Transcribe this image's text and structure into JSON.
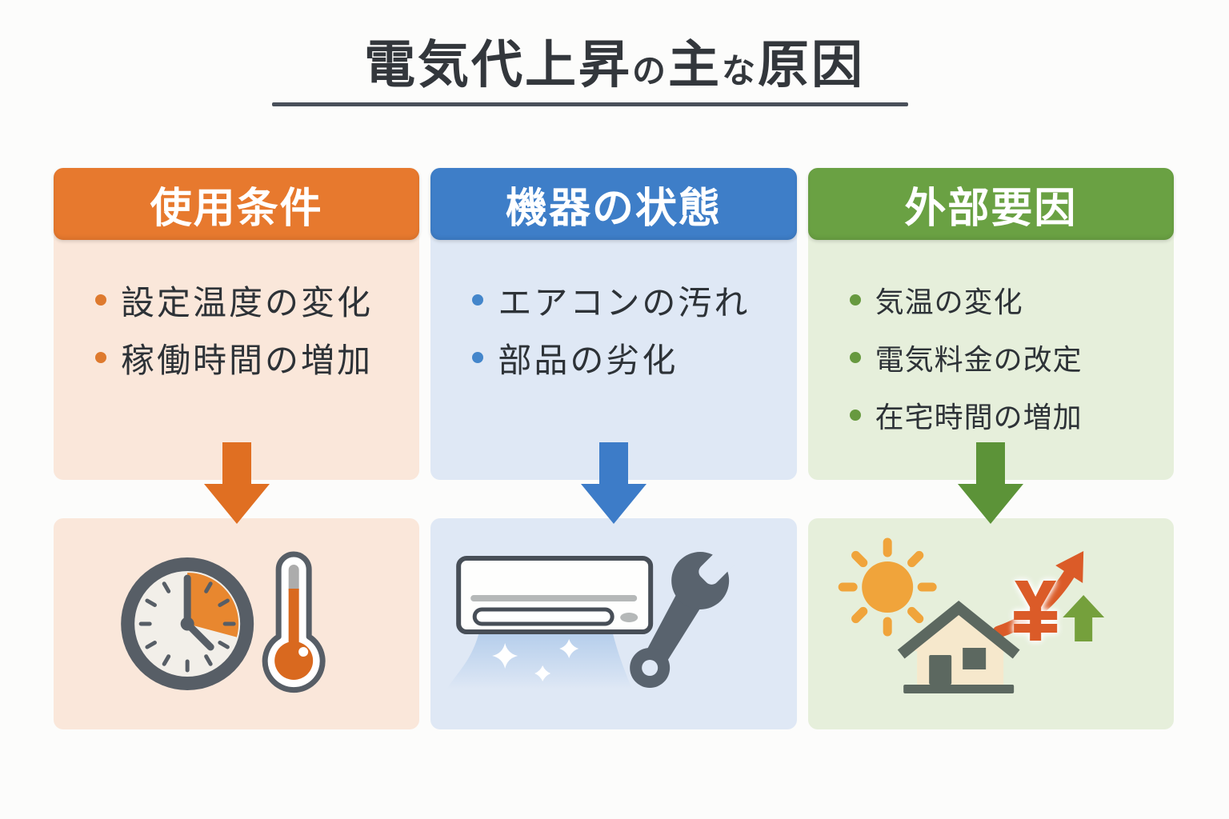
{
  "title": {
    "full": "電気代上昇の主な原因",
    "segments": [
      {
        "text": "電気代上昇"
      },
      {
        "text": "の"
      },
      {
        "text": "主"
      },
      {
        "text": "な"
      },
      {
        "text": "原因"
      }
    ]
  },
  "columns": [
    {
      "header": "使用条件",
      "items": [
        "設定温度の変化",
        "稼働時間の増加"
      ],
      "icons": [
        "down-arrow-icon",
        "clock-icon",
        "thermometer-icon"
      ]
    },
    {
      "header": "機器の状態",
      "items": [
        "エアコンの汚れ",
        "部品の劣化"
      ],
      "icons": [
        "down-arrow-icon",
        "ac-unit-icon",
        "airflow-icon",
        "sparkle-icon",
        "wrench-icon"
      ]
    },
    {
      "header": "外部要因",
      "items": [
        "気温の変化",
        "電気料金の改定",
        "在宅時間の増加"
      ],
      "icons": [
        "down-arrow-icon",
        "sun-icon",
        "house-icon",
        "yen-icon",
        "rising-arrow-icon",
        "up-arrow-icon"
      ]
    }
  ],
  "colors": {
    "bg": "#FCFCFB",
    "title-text": "#33373C",
    "underline": "#49505A",
    "body-text": "#2D3237",
    "c1-header": "#E7792E",
    "c1-body": "#FAE7DA",
    "c1-accent": "#E06F22",
    "c1-dot": "#DE7A2E",
    "c2-header": "#3E7EC8",
    "c2-body": "#DFE8F5",
    "c2-accent": "#3D7CC8",
    "c2-dot": "#4486CB",
    "c3-header": "#6AA143",
    "c3-body": "#E6EFDB",
    "c3-accent": "#5C9338",
    "c3-dot": "#67993F",
    "ill-slate": "#59636E",
    "clock-ring": "#575E66",
    "clock-face": "#F2EFE9",
    "clock-wedge": "#E8872F",
    "therm-fill": "#D9691F",
    "therm-gray": "#ACACAC",
    "ac-outline": "#474E57",
    "ac-gray": "#B5B8B8",
    "flow-blue": "#94B9E4",
    "sun": "#F0A43B",
    "house-slate": "#5C6860",
    "house-cream": "#F6E8CC",
    "yen": "#DB5B28",
    "up-green": "#75A03C"
  }
}
